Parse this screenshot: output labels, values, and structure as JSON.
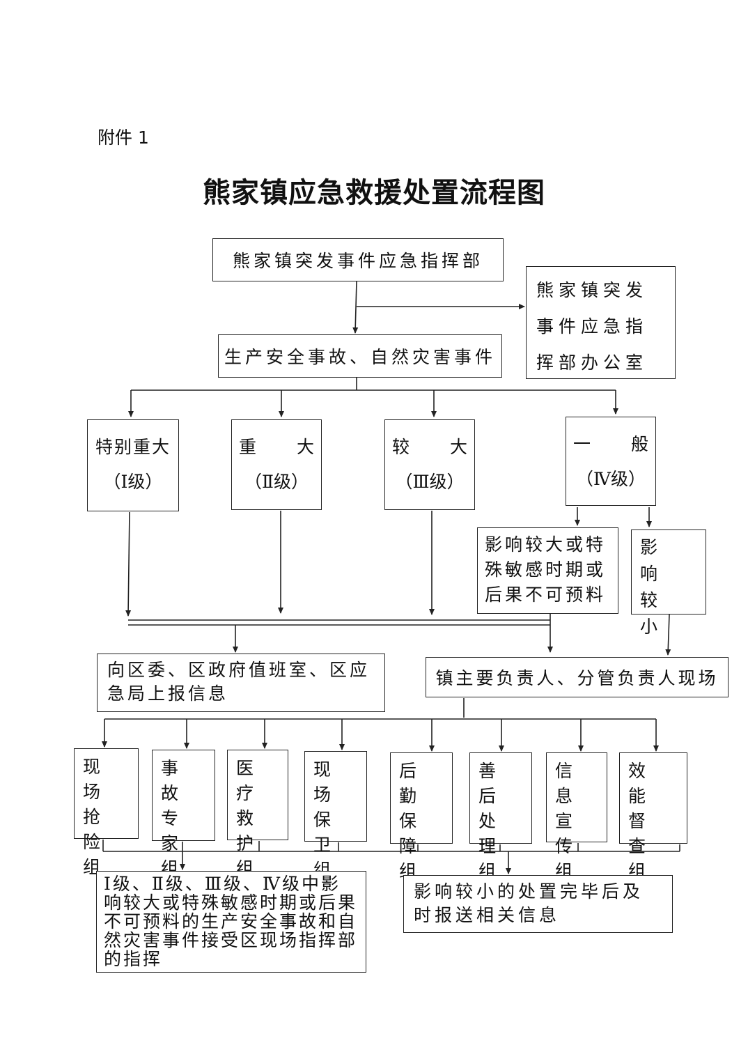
{
  "header": {
    "attachment": "附件 1",
    "title": "熊家镇应急救援处置流程图"
  },
  "nodes": {
    "command": "熊家镇突发事件应急指挥部",
    "office": "熊家镇突发事件应急指挥部办公室",
    "event": "生产安全事故、自然灾害事件",
    "level1_name": "特别重大",
    "level1_grade": "（Ⅰ级）",
    "level2_name": "重 大",
    "level2_grade": "（Ⅱ级）",
    "level3_name": "较 大",
    "level3_grade": "（Ⅲ级）",
    "level4_name": "一 般",
    "level4_grade": "（Ⅳ级）",
    "big_impact": "影响较大或特殊敏感时期或后果不可预料",
    "small_impact": "影响较小",
    "report": "向区委、区政府值班室、区应急局上报信息",
    "leader": "镇主要负责人、分管负责人现场",
    "groups": [
      "现场抢险组",
      "事故专家组",
      "医疗救护组",
      "现场保卫组",
      "后勤保障组",
      "善后处理组",
      "信息宣传组",
      "效能督查组"
    ],
    "conclusion_left": "Ⅰ级、Ⅱ级、Ⅲ级、Ⅳ级中影响较大或特殊敏感时期或后果不可预料的生产安全事故和自然灾害事件接受区现场指挥部的指挥",
    "conclusion_right": "影响较小的处置完毕后及时报送相关信息"
  }
}
